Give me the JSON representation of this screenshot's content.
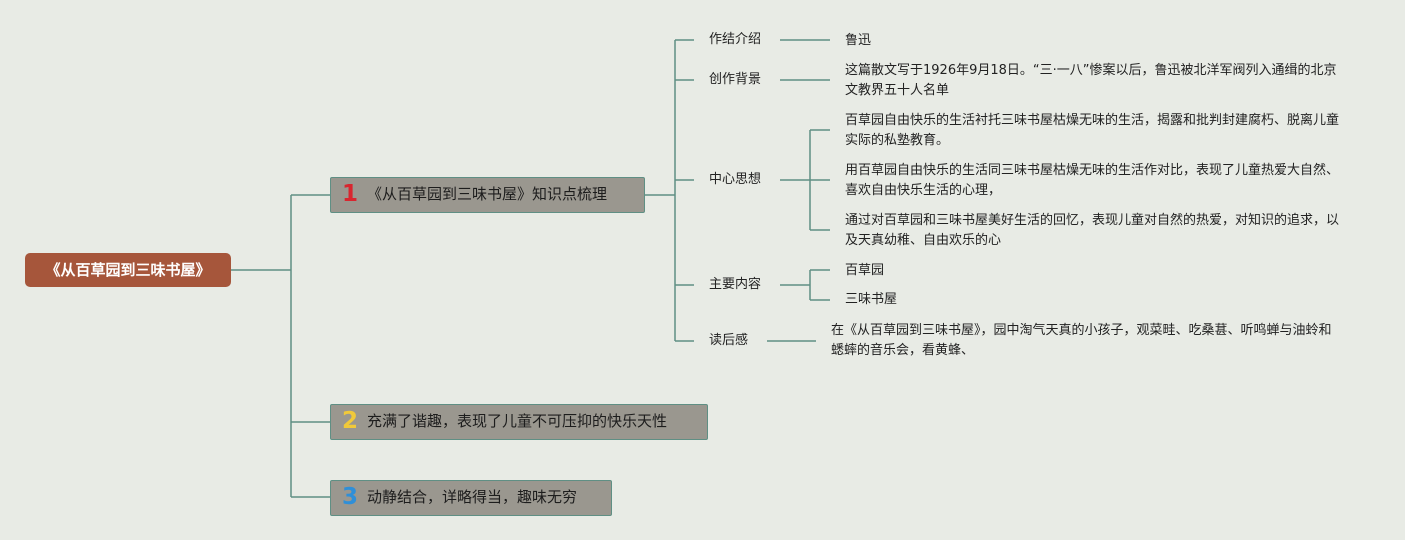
{
  "root": {
    "label": "《从百草园到三味书屋》"
  },
  "branches": [
    {
      "num": "1",
      "label": "《从百草园到三味书屋》知识点梳理"
    },
    {
      "num": "2",
      "label": "充满了谐趣，表现了儿童不可压抑的快乐天性"
    },
    {
      "num": "3",
      "label": "动静结合，详略得当，趣味无穷"
    }
  ],
  "topics": [
    {
      "label": "作结介绍",
      "leaves": [
        "鲁迅"
      ]
    },
    {
      "label": "创作背景",
      "leaves": [
        "这篇散文写于1926年9月18日。“三·一八”惨案以后，鲁迅被北洋军阀列入通缉的北京文教界五十人名单"
      ]
    },
    {
      "label": "中心思想",
      "leaves": [
        "百草园自由快乐的生活衬托三味书屋枯燥无味的生活，揭露和批判封建腐朽、脱离儿童实际的私塾教育。",
        "用百草园自由快乐的生活同三味书屋枯燥无味的生活作对比，表现了儿童热爱大自然、喜欢自由快乐生活的心理，",
        "通过对百草园和三味书屋美好生活的回忆，表现儿童对自然的热爱，对知识的追求，以及天真幼稚、自由欢乐的心"
      ]
    },
    {
      "label": "主要内容",
      "leaves": [
        "百草园",
        "三味书屋"
      ]
    },
    {
      "label": "读后感",
      "leaves": [
        "在《从百草园到三味书屋》，园中淘气天真的小孩子，观菜畦、吃桑葚、听鸣蝉与油蛉和蟋蟀的音乐会，看黄蜂、"
      ]
    }
  ],
  "colors": {
    "connector": "#5f8f84",
    "background": "#e8ebe5",
    "root_fill": "#a6563b",
    "branch_fill": "#9a978f",
    "num1": "#d8262f",
    "num2": "#f0c93a",
    "num3": "#2f8fd8"
  }
}
